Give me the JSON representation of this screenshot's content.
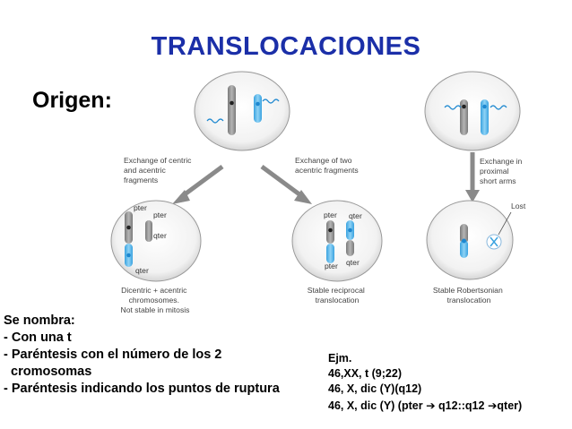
{
  "title": "TRANSLOCACIONES",
  "origin_label": "Origen:",
  "diagram": {
    "top_left_caption": [
      "Exchange of centric",
      "and acentric",
      "fragments"
    ],
    "top_mid_caption": [
      "Exchange of two",
      "acentric fragments"
    ],
    "top_right_caption": [
      "Exchange in",
      "proximal",
      "short arms"
    ],
    "lost_label": "Lost",
    "pter": "pter",
    "qter": "qter",
    "cell1_caption": [
      "Dicentric + acentric",
      "chromosomes.",
      "Not stable in mitosis"
    ],
    "cell2_caption": [
      "Stable reciprocal",
      "translocation"
    ],
    "cell3_caption": [
      "Stable Robertsonian",
      "translocation"
    ]
  },
  "naming": {
    "heading": "Se nombra:",
    "items": [
      "- Con una t",
      "- Paréntesis con el número de los 2",
      "  cromosomas",
      "- Paréntesis indicando los puntos de ruptura"
    ]
  },
  "examples": {
    "heading": "Ejm.",
    "line1": "46,XX, t (9;22)",
    "line2": "46, X, dic (Y)(q12)",
    "line3": {
      "part1": "46, X, dic (Y) (pter",
      "arrow1": "➔",
      "part2": "q12::q12",
      "arrow2": "➔",
      "part3": "qter)"
    }
  },
  "colors": {
    "title": "#1b2fa8",
    "chromosome_gray": "#9a9a9a",
    "chromosome_blue": "#5bb8ea",
    "centromere_blue": "#1e88d0",
    "cell_outline": "#999999"
  }
}
